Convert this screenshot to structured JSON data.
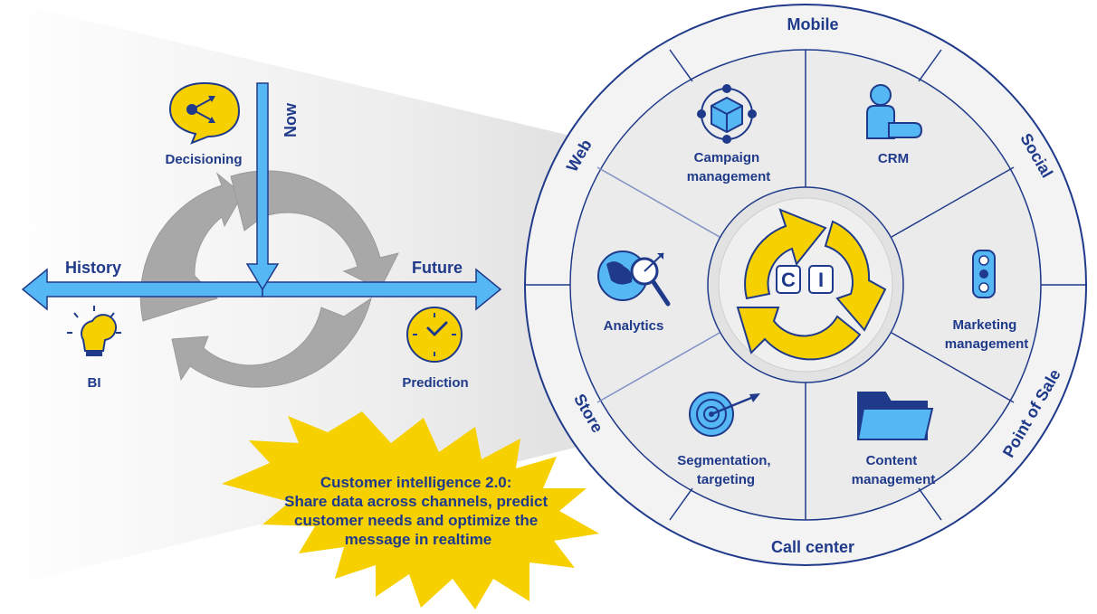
{
  "timeline": {
    "past_label": "History",
    "future_label": "Future",
    "present_label": "Now"
  },
  "left_icons": {
    "decisioning": "Decisioning",
    "bi": "BI",
    "prediction": "Prediction"
  },
  "channels": {
    "top": "Mobile",
    "top_right": "Social",
    "bottom_right": "Point of Sale",
    "bottom": "Call center",
    "bottom_left": "Store",
    "top_left": "Web"
  },
  "functions": {
    "campaign": [
      "Campaign",
      "management"
    ],
    "crm": "CRM",
    "analytics": "Analytics",
    "marketing": [
      "Marketing",
      "management"
    ],
    "segmentation": [
      "Segmentation,",
      "targeting"
    ],
    "content": [
      "Content",
      "management"
    ]
  },
  "center_badge": [
    "C",
    "I"
  ],
  "callout": {
    "lines": [
      "Customer intelligence 2.0:",
      "Share data across channels, predict",
      "customer needs and optimize the",
      "message in realtime"
    ]
  },
  "colors": {
    "navy": "#1f3a8a",
    "light_blue": "#55b8f5",
    "yellow": "#f7d000",
    "gray": "#a8a8a8"
  }
}
